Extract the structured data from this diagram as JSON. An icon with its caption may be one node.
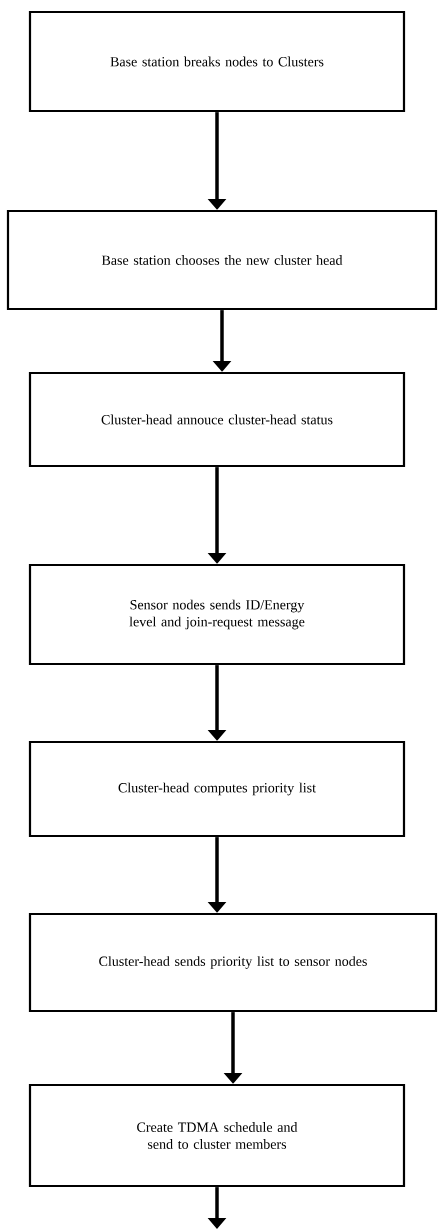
{
  "diagram": {
    "nodes": [
      {
        "text": [
          "Base station breaks nodes to Clusters"
        ]
      },
      {
        "text": [
          "Base station chooses the new cluster head"
        ]
      },
      {
        "text": [
          "Cluster-head annouce cluster-head status"
        ]
      },
      {
        "text": [
          "Sensor nodes sends ID/Energy level and join-request message"
        ]
      },
      {
        "text": [
          "Cluster-head computes priority list"
        ]
      },
      {
        "text": [
          "Cluster-head sends priority list to sensor nodes"
        ]
      },
      {
        "text": [
          "Create TDMA schedule and send to cluster members"
        ]
      }
    ],
    "edges": [
      {
        "from": 0,
        "to": 1,
        "arrow": "to"
      },
      {
        "from": 1,
        "to": 2,
        "arrow": "to"
      },
      {
        "from": 2,
        "to": 3,
        "arrow": "to"
      },
      {
        "from": 3,
        "to": 4,
        "arrow": "to"
      },
      {
        "from": 4,
        "to": 5,
        "arrow": "to"
      },
      {
        "from": 5,
        "to": 6,
        "arrow": "to"
      },
      {
        "from": 6,
        "to": null,
        "arrow": "to"
      }
    ]
  }
}
